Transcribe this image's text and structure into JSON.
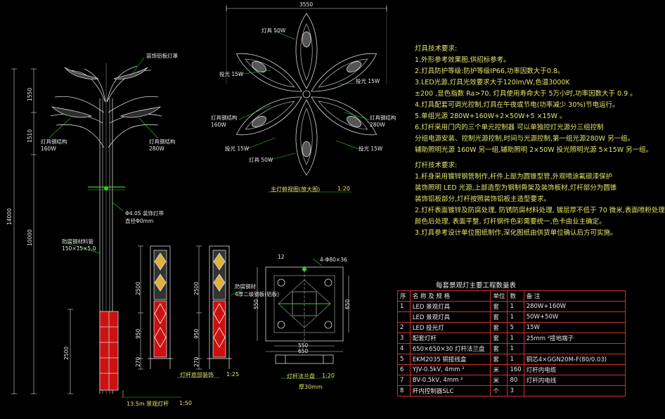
{
  "dims": {
    "total_height": "14000",
    "upper1": "1550",
    "upper2": "1510",
    "mid": "10000",
    "base": "2500",
    "flower_width": "3550",
    "panel_h1": "2500",
    "panel_h2": "950",
    "panel_h3": "270",
    "panel_h4": "2500",
    "panel_h5": "950",
    "panel_h6": "270",
    "plate_w": "550",
    "plate_w2": "650",
    "plate_h": "550",
    "plate_h2": "650",
    "plate_hole": "12",
    "plate_hole2": "4-Φ80×36"
  },
  "pole_labels": {
    "top_arm": "装饰铝板灯罩",
    "lamp_left": "灯具钢结构\n160W",
    "lamp_right": "灯具钢结构\n280W",
    "mid_ring": "Φ4.0S 装饰灯带\n直径Φ0mm",
    "side_note": "防腐钢材料管\n150×15×5.0"
  },
  "flower_labels": {
    "l1": "灯具 50W",
    "l2": "投光 15W",
    "l3": "灯具钢结构\n160W",
    "l4": "投光 15W",
    "l5": "灯具 50W",
    "l6": "投光 15W",
    "l7": "灯具钢结构\n280W",
    "l8": "投光 15W"
  },
  "captions": {
    "flower": "主灯俯视图(放大图)",
    "flower_scale": "1:20",
    "pole": "13.5m 景观灯杆",
    "pole_scale": "1:50",
    "panel": "灯杆底部装饰",
    "panel_scale": "1:25",
    "plate": "灯杆法兰盘",
    "plate_scale": "1:20",
    "plate_sub": "厚30mm",
    "panel_note": "防腐钢材\n4厚二级钢板(铝板)"
  },
  "notes": [
    "灯具技术要求:",
    "1.外形参考效果图,供招标参考。",
    "2.灯具防护等级:防护等级IP66,功率因数大于0.8。",
    "3.LED光源,灯具光效要求大于120lm/W,色温3000K",
    "  ±200 ,显色指数 Ra>70, 灯具使用寿命大于  5万小时,功率因数大于  0.9 。",
    "4.灯具配套可调光控制,灯具在午夜或节电(功率减少           30%)节电运行。",
    "5.单组光源     280W+160W+2×50W+5            ×15W 。",
    "6.灯杆采用门内的三个单元控制器 可以单独控灯光源分三组控制",
    "  分组电源安装、控制光源控制,时间与光源控制,第一组光源280W 另一组。",
    "  辅助照明光源   160W   另一组,辅助照明       2×50W    投光照明光源  5×15W   另一组。",
    "灯杆技术要求:",
    "1.杆身采用镀锌钢管制作,杆件上部为圆锥型管,外观喷涂氟碳漆保护",
    "  装饰照明 LED 光源,上部造型为钢制骨架及装饰板材,灯杆部分为圆锥",
    "  装饰铝板部分,灯杆按照装饰铝板主造型要求。",
    "2.灯杆表面镀锌及防腐处理,    防锈防腐材料处理,    镀层厚不低于    70   微米,表面喷粉处理",
    "  颜色后处理,  表面平整,  灯杆钢件色彩需要统一,色卡由业主确定。",
    "3.灯具参考设计单位图纸制作,深化图纸由供货单位确认后方可实施。"
  ],
  "table": {
    "title": "每套景观灯主要工程数量表",
    "headers": [
      "序",
      "名  称  及  规  格",
      "单位",
      "数",
      "备    注"
    ],
    "rows": [
      [
        "1",
        "LED 景观灯具",
        "套",
        "1",
        "280W+160W"
      ],
      [
        "",
        "LED 景观灯具",
        "套",
        "1",
        "50W+50W"
      ],
      [
        "2",
        "LED 投光灯",
        "套",
        "5",
        "15W"
      ],
      [
        "3",
        "配套灯杆",
        "套",
        "1",
        "25mm   ²接地端子"
      ],
      [
        "4",
        "650×650×30 灯杆法兰盘",
        "套",
        "1",
        ""
      ],
      [
        "5",
        "EKM2035 铜接线盒",
        "套",
        "1",
        "铜芯4×GGN20M-F(80/0.03)"
      ],
      [
        "6",
        "YJV-0.5kV, 4mm         ²",
        "米",
        "160",
        "灯杆内电缆"
      ],
      [
        "7",
        "BV-0.5kV, 4mm          ²",
        "米",
        "80",
        "灯杆内电线"
      ],
      [
        "8",
        "杆内控制器SLC",
        "个",
        "3",
        ""
      ]
    ]
  }
}
